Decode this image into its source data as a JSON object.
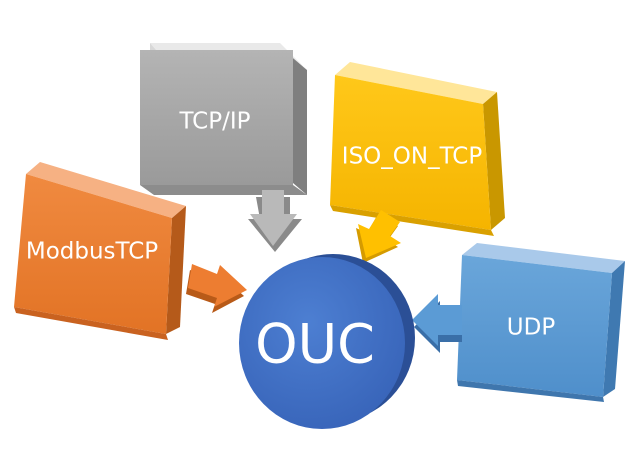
{
  "center": {
    "label": "OUC",
    "color": "#4472c4"
  },
  "nodes": [
    {
      "id": "tcpip",
      "label": "TCP/IP",
      "color": "#a5a5a5"
    },
    {
      "id": "isoontcp",
      "label": "ISO_ON_TCP",
      "color": "#ffc000"
    },
    {
      "id": "modbustcp",
      "label": "ModbusTCP",
      "color": "#ed7d31"
    },
    {
      "id": "udp",
      "label": "UDP",
      "color": "#5b9bd5"
    }
  ]
}
